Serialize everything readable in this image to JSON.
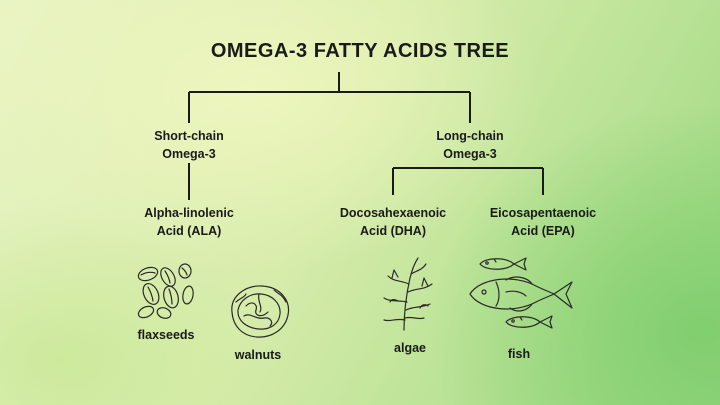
{
  "title": "OMEGA-3 FATTY ACIDS TREE",
  "branches": {
    "short": {
      "line1": "Short-chain",
      "line2": "Omega-3"
    },
    "long": {
      "line1": "Long-chain",
      "line2": "Omega-3"
    }
  },
  "acids": {
    "ala": {
      "line1": "Alpha-linolenic",
      "line2": "Acid (ALA)"
    },
    "dha": {
      "line1": "Docosahexaenoic",
      "line2": "Acid (DHA)"
    },
    "epa": {
      "line1": "Eicosapentaenoic",
      "line2": "Acid (EPA)"
    }
  },
  "sources": {
    "flaxseeds": "flaxseeds",
    "walnuts": "walnuts",
    "algae": "algae",
    "fish": "fish"
  },
  "icons": [
    "flaxseeds-icon",
    "walnut-icon",
    "algae-icon",
    "fish-icon"
  ],
  "colors": {
    "line": "#1a1a1a",
    "text": "#1a1a1a"
  }
}
